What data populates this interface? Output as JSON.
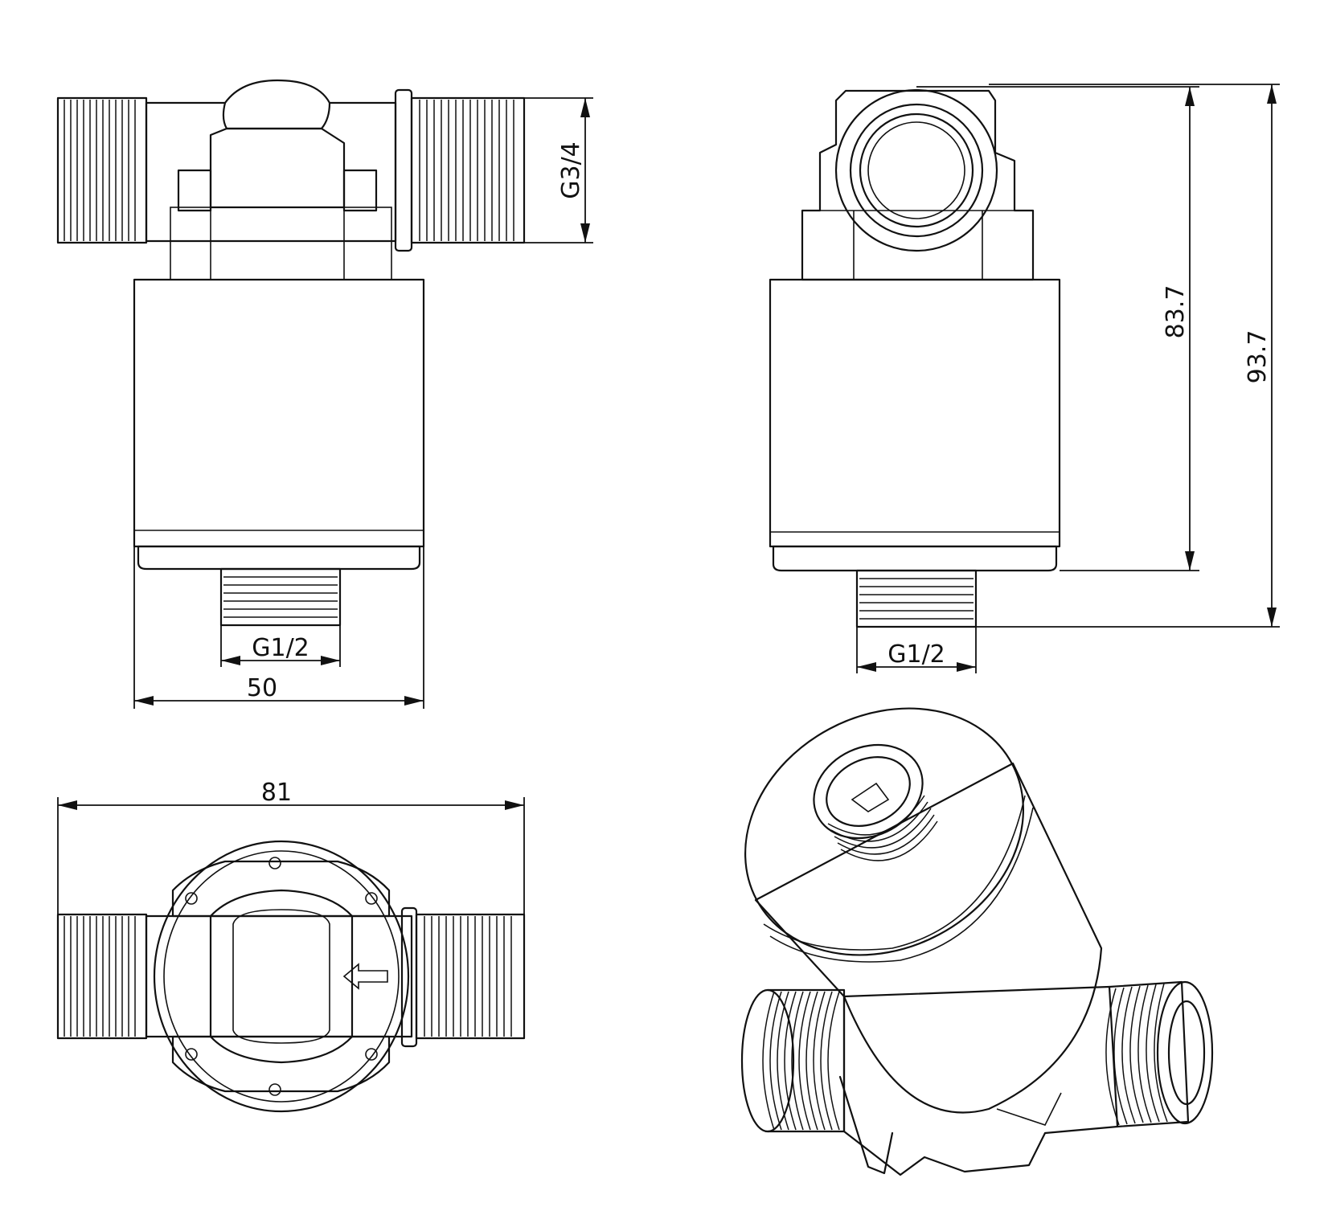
{
  "views": {
    "front": {
      "dims": {
        "top_thread": "G3/4",
        "bottom_thread": "G1/2",
        "width": "50"
      }
    },
    "side": {
      "dims": {
        "bottom_thread": "G1/2",
        "height_inner": "83.7",
        "height_outer": "93.7"
      }
    },
    "top": {
      "dims": {
        "length": "81"
      }
    }
  }
}
